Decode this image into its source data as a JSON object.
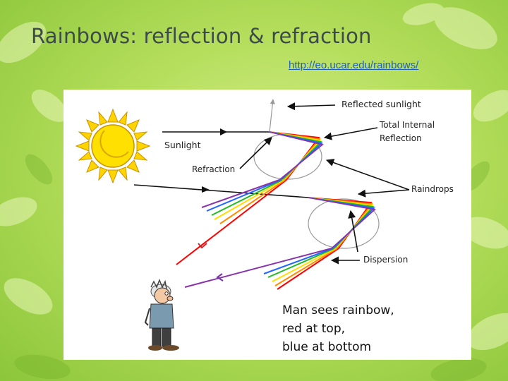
{
  "slide": {
    "title": "Rainbows: reflection & refraction",
    "link": "http://eo.ucar.edu/rainbows/"
  },
  "diagram": {
    "labels": {
      "reflected_sunlight": "Reflected sunlight",
      "total_internal_line1": "Total Internal",
      "total_internal_line2": "Reflection",
      "sunlight": "Sunlight",
      "refraction": "Refraction",
      "raindrops": "Raindrops",
      "dispersion": "Dispersion"
    },
    "caption": {
      "line1": "Man sees rainbow,",
      "line2": "red at top,",
      "line3": "blue at bottom"
    },
    "spectrum_colors": [
      "#ff0000",
      "#ff8c00",
      "#ffee00",
      "#22bb22",
      "#2266ff",
      "#8833aa"
    ],
    "icons": [
      "sun-icon",
      "man-figure-icon",
      "raindrop-circle"
    ]
  }
}
